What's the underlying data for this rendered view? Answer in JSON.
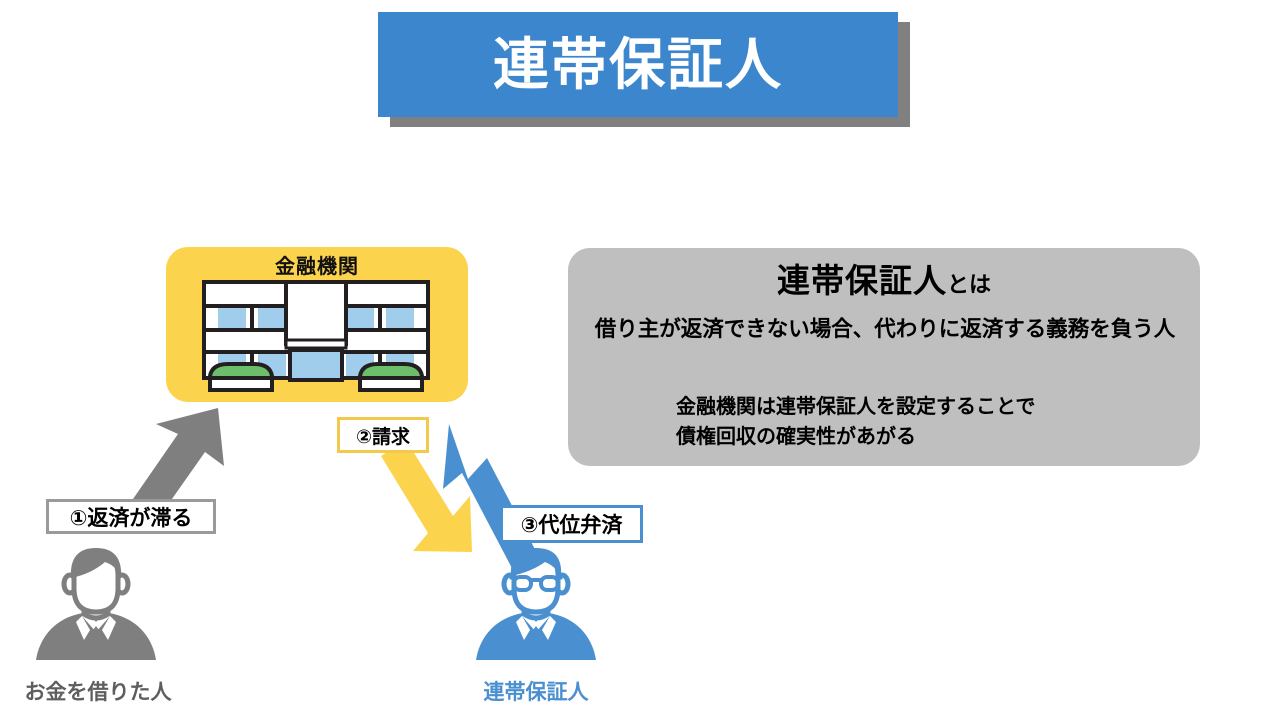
{
  "title": {
    "text": "連帯保証人",
    "banner_color": "#3c86ce",
    "shadow_color": "#808080"
  },
  "info_panel": {
    "heading_main": "連帯保証人",
    "heading_suffix": "とは",
    "description": "借り主が返済できない場合、代わりに返済する義務を負う人",
    "note_line1": "金融機関は連帯保証人を設定することで",
    "note_line2": "債権回収の確実性があがる",
    "background_color": "#bfbfbf"
  },
  "bank": {
    "label": "金融機関",
    "card_color": "#fcd34d",
    "window_color": "#9fcdeb",
    "bush_color": "#6cbe6b"
  },
  "flow": {
    "step1": {
      "label": "①返済が滞る",
      "arrow_color": "#7f7f7f",
      "border_color": "#9a9a9a"
    },
    "step2": {
      "label": "②請求",
      "arrow_color": "#fcd34d",
      "border_color": "#f2c94c"
    },
    "step3": {
      "label": "③代位弁済",
      "arrow_color": "#4a90d0",
      "border_color": "#4a90d0"
    }
  },
  "people": {
    "borrower": {
      "caption": "お金を借りた人",
      "color": "#7f7f7f"
    },
    "guarantor": {
      "caption": "連帯保証人",
      "color": "#4a90d0"
    }
  }
}
